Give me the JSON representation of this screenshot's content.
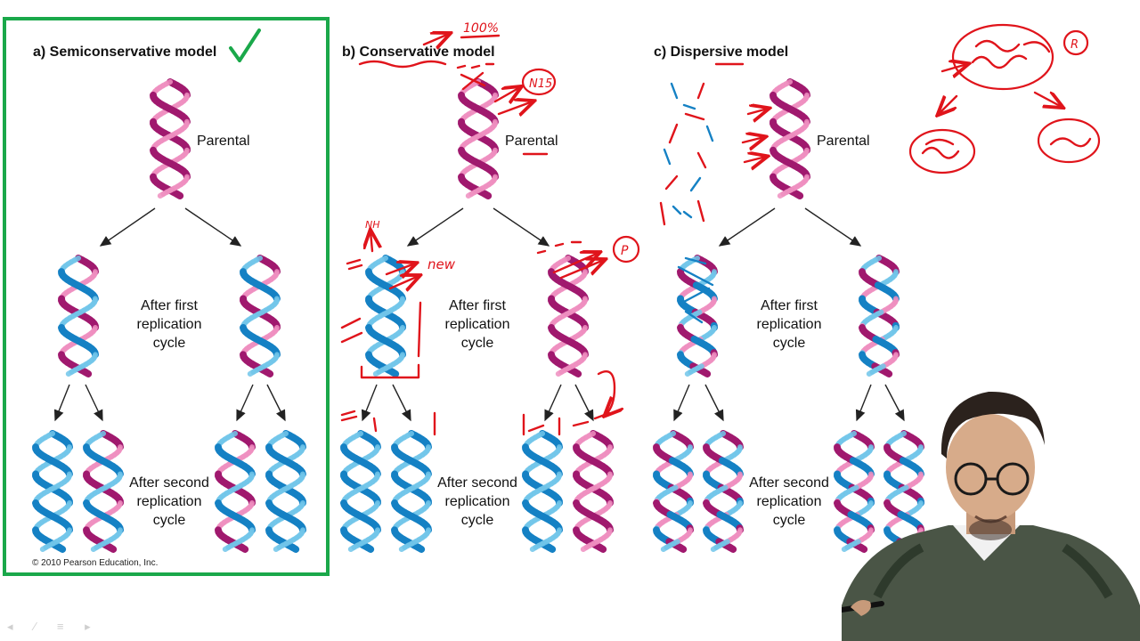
{
  "models": [
    {
      "title": "a) Semiconservative model",
      "parental": "Parental",
      "first": [
        "After first",
        "replication",
        "cycle"
      ],
      "second": [
        "After second",
        "replication",
        "cycle"
      ]
    },
    {
      "title": "b) Conservative model",
      "parental": "Parental",
      "first": [
        "After first",
        "replication",
        "cycle"
      ],
      "second": [
        "After second",
        "replication",
        "cycle"
      ]
    },
    {
      "title": "c) Dispersive model",
      "parental": "Parental",
      "first": [
        "After first",
        "replication",
        "cycle"
      ],
      "second": [
        "After second",
        "replication",
        "cycle"
      ]
    }
  ],
  "copyright": "© 2010 Pearson Education, Inc.",
  "annotations": {
    "percent": "100%",
    "n15": "N15",
    "new": "new",
    "p": "P",
    "r": "R",
    "nh": "NH"
  },
  "colors": {
    "parental_strand": "#a0196e",
    "parental_light": "#ef8fc0",
    "new_strand": "#1581c4",
    "new_light": "#72c6ea",
    "highlight_box": "#1aa84a",
    "ink": "#e0141b"
  }
}
